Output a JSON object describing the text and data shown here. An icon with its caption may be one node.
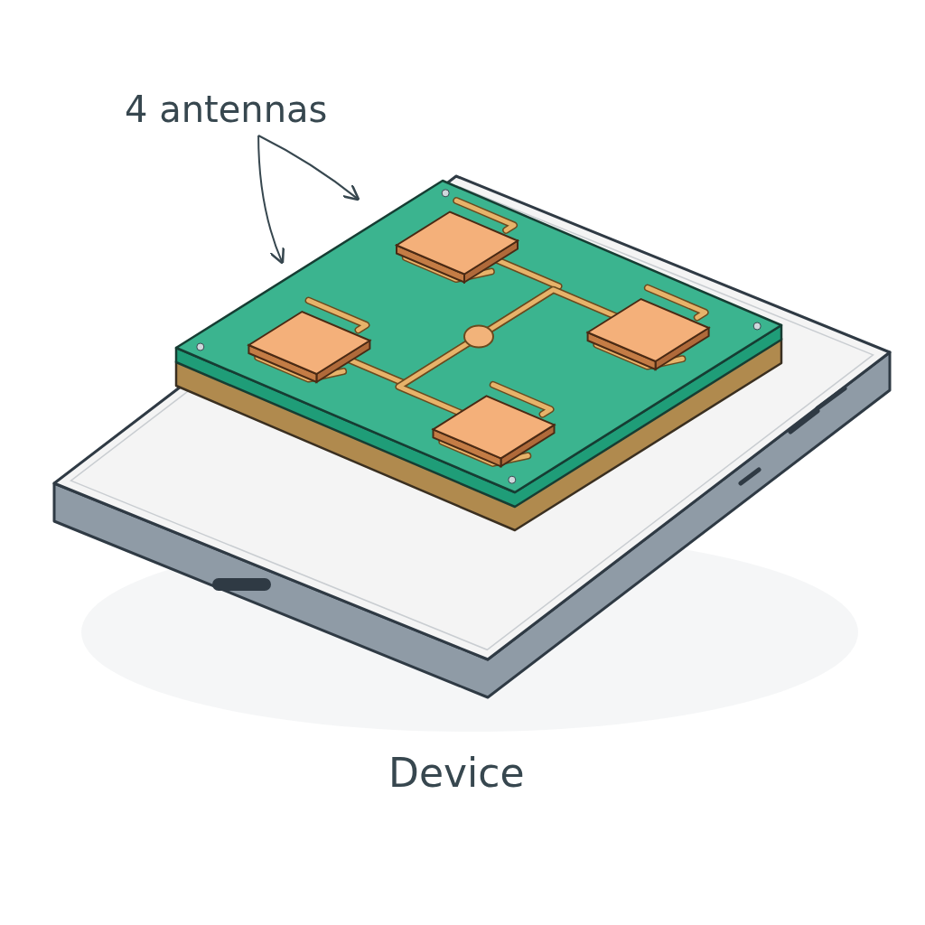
{
  "diagram": {
    "nodes": [
      {
        "text": [
          "4 antennas"
        ]
      },
      {
        "text": [],
        "shape": "picture"
      }
    ],
    "edges": [
      {
        "from": 0,
        "to": 1,
        "arrow": "to"
      },
      {
        "from": 0,
        "to": 1,
        "arrow": "to"
      }
    ],
    "labels": [
      "Device"
    ]
  }
}
